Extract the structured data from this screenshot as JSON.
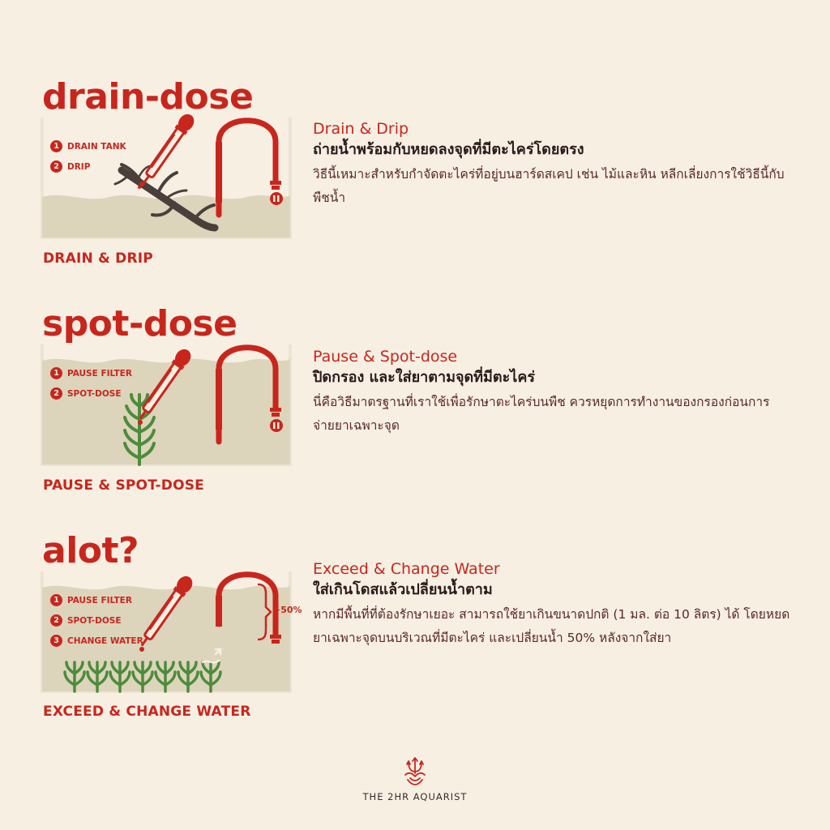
{
  "sections": [
    {
      "heading": "drain-dose",
      "caption": "DRAIN & DRIP",
      "steps": [
        {
          "num": "1",
          "label": "DRAIN TANK"
        },
        {
          "num": "2",
          "label": "DRIP"
        }
      ],
      "en_title": "Drain & Drip",
      "th_title": "ถ่ายน้ำพร้อมกับหยดลงจุดที่มีตะไคร่โดยตรง",
      "th_body": "วิธีนี้เหมาะสำหรับกำจัดตะไคร่ที่อยู่บนฮาร์ดสเคป เช่น ไม้และหิน หลีกเลี่ยงการใช้วิธีนี้กับพืชน้ำ"
    },
    {
      "heading": "spot-dose",
      "caption": "PAUSE & SPOT-DOSE",
      "steps": [
        {
          "num": "1",
          "label": "PAUSE FILTER"
        },
        {
          "num": "2",
          "label": "SPOT-DOSE"
        }
      ],
      "en_title": "Pause & Spot-dose",
      "th_title": "ปิดกรอง และใส่ยาตามจุดที่มีตะไคร่",
      "th_body": "นี่คือวิธีมาตรฐานที่เราใช้เพื่อรักษาตะไคร่บนพืช ควรหยุดการทำงานของกรองก่อนการจ่ายยาเฉพาะจุด"
    },
    {
      "heading": "alot?",
      "caption": "EXCEED & CHANGE WATER",
      "steps": [
        {
          "num": "1",
          "label": "PAUSE FILTER"
        },
        {
          "num": "2",
          "label": "SPOT-DOSE"
        },
        {
          "num": "3",
          "label": "CHANGE WATER"
        }
      ],
      "percent_label": "~50%",
      "en_title": "Exceed & Change Water",
      "th_title": "ใส่เกินโดสแล้วเปลี่ยนน้ำตาม",
      "th_body": "หากมีพื้นที่ที่ต้องรักษาเยอะ สามารถใช้ยาเกินขนาดปกติ (1 มล. ต่อ 10 ลิตร) ได้ โดยหยดยาเฉพาะจุดบนบริเวณที่มีตะไคร่ และเปลี่ยนน้ำ 50% หลังจากใส่ยา"
    }
  ],
  "brand": "THE 2HR AQUARIST",
  "colors": {
    "accent": "#c8261d",
    "background": "#f8efe3",
    "water": "#ddd4bc",
    "tank_line": "#ece3d2",
    "plant": "#4c8c3a",
    "wood": "#4a3f3b"
  },
  "icons": [
    "dropper-icon",
    "pipe-outlet-icon",
    "pause-icon",
    "trident-lotus-logo"
  ]
}
